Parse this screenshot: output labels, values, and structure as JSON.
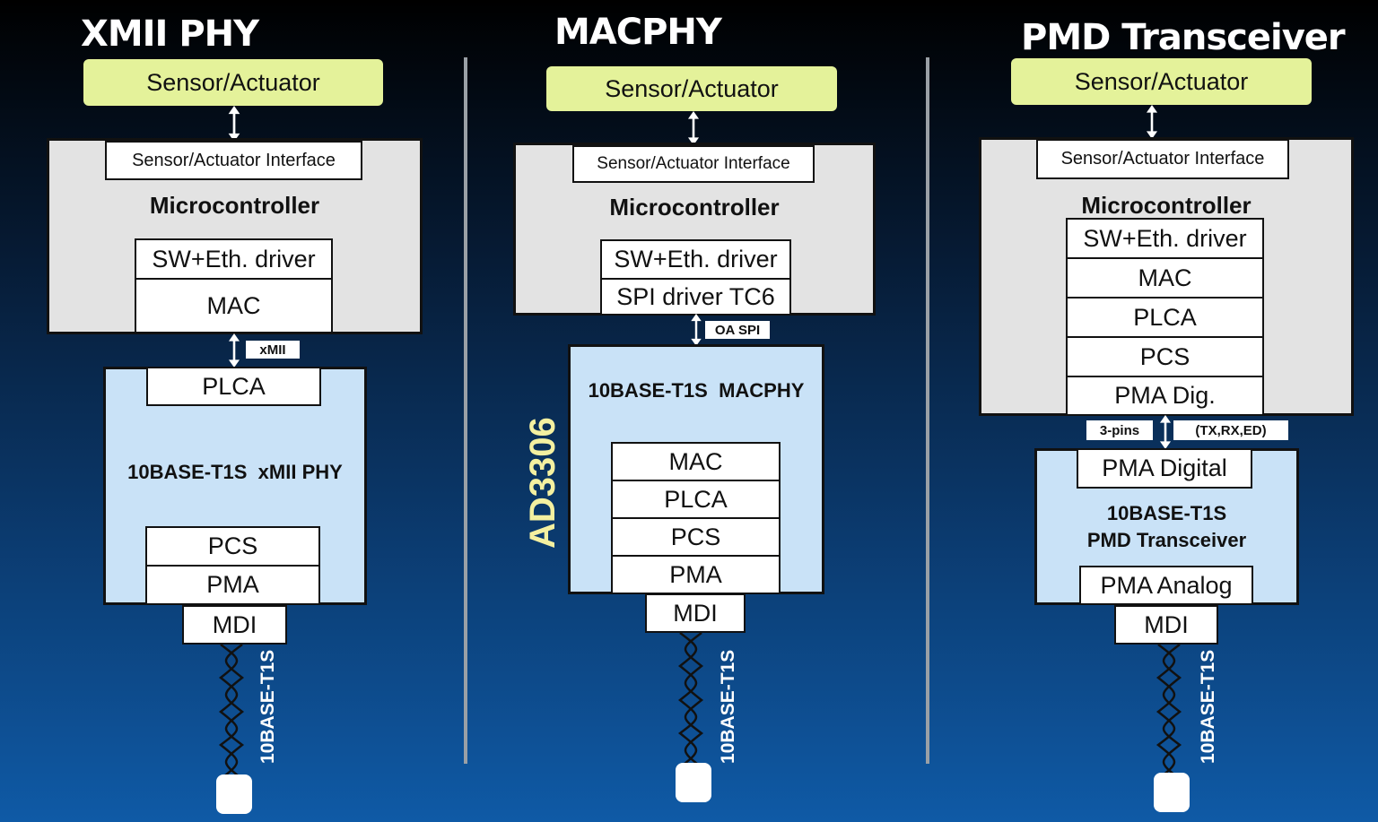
{
  "columns": [
    {
      "title": "XMII PHY",
      "sensor": "Sensor/Actuator",
      "interface": "Sensor/Actuator Interface",
      "mcu_label": "Microcontroller",
      "mcu_layers": [
        "SW+Eth. driver",
        "MAC"
      ],
      "link_tag": "xMII",
      "phy_label": "10BASE-T1S  xMII PHY",
      "phy_top_layers": [
        "PLCA"
      ],
      "phy_bottom_layers": [
        "PCS",
        "PMA"
      ],
      "mdi": "MDI",
      "cable": "10BASE-T1S"
    },
    {
      "title": "MACPHY",
      "sensor": "Sensor/Actuator",
      "interface": "Sensor/Actuator Interface",
      "mcu_label": "Microcontroller",
      "mcu_layers": [
        "SW+Eth. driver",
        "SPI driver TC6"
      ],
      "link_tag": "OA SPI",
      "phy_label": "10BASE-T1S  MACPHY",
      "phy_layers": [
        "MAC",
        "PLCA",
        "PCS",
        "PMA"
      ],
      "chip_name": "AD3306",
      "mdi": "MDI",
      "cable": "10BASE-T1S"
    },
    {
      "title": "PMD Transceiver",
      "sensor": "Sensor/Actuator",
      "interface": "Sensor/Actuator Interface",
      "mcu_label": "Microcontroller",
      "mcu_layers": [
        "SW+Eth. driver",
        "MAC",
        "PLCA",
        "PCS",
        "PMA Dig."
      ],
      "link_tag_left": "3-pins",
      "link_tag_right": "(TX,RX,ED)",
      "phy_top_layers": [
        "PMA Digital"
      ],
      "phy_label_line1": "10BASE-T1S",
      "phy_label_line2": "PMD Transceiver",
      "phy_bottom_layers": [
        "PMA Analog"
      ],
      "mdi": "MDI",
      "cable": "10BASE-T1S"
    }
  ],
  "colors": {
    "sensor": "#e4f29a",
    "mcu": "#e3e3e3",
    "phy": "#c9e2f7",
    "chip_name": "#f4f0a0"
  }
}
